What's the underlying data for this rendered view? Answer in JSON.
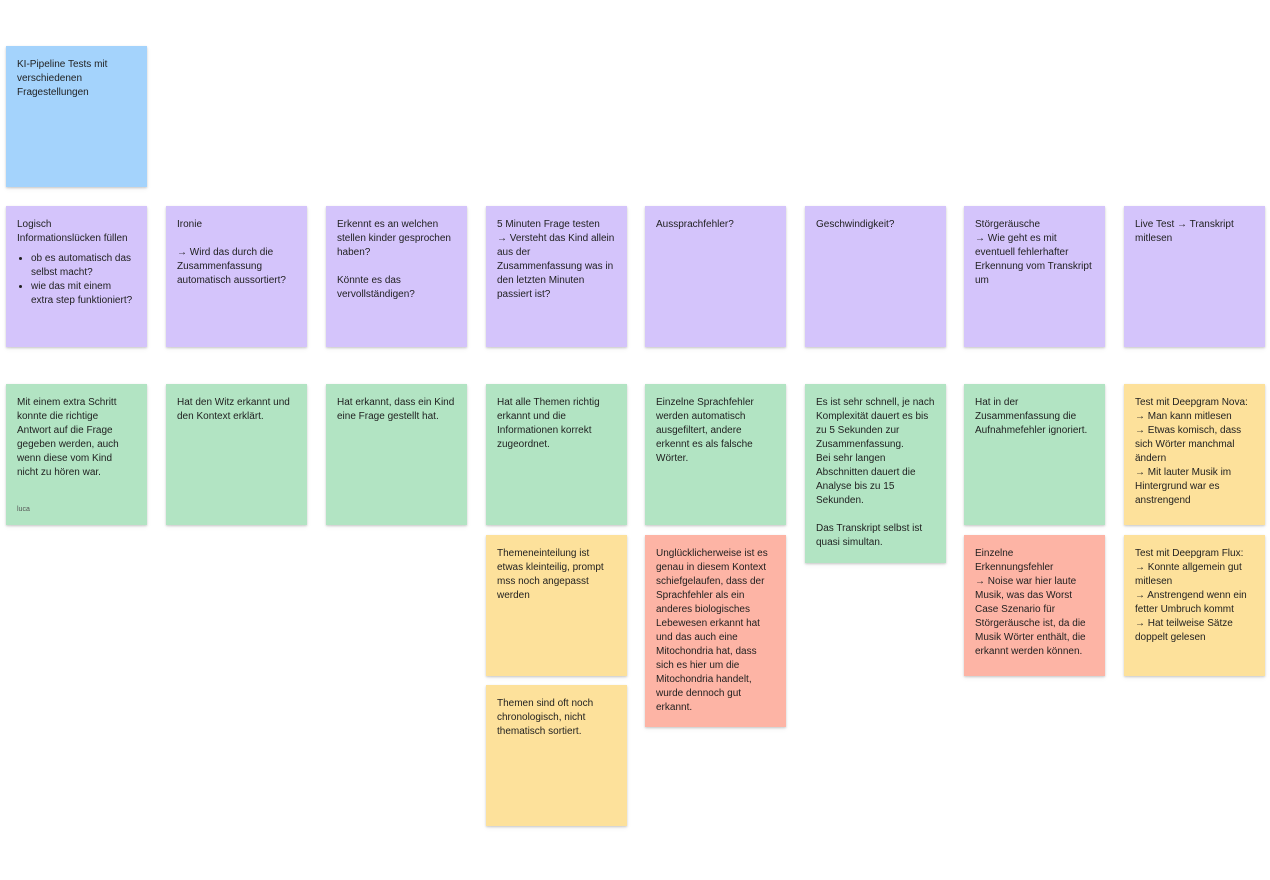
{
  "colors": {
    "blue": "#a4d3fc",
    "purple": "#d4c4fb",
    "green": "#b2e4c3",
    "yellow": "#fde19b",
    "red": "#fdb4a5"
  },
  "title_note": {
    "text": "KI-Pipeline Tests mit\nverschiedenen\nFragestellungen",
    "color": "blue"
  },
  "questions": [
    {
      "text": "Logisch\nInformationslücken füllen",
      "bullets": [
        "ob es automatisch das selbst macht?",
        "wie das mit einem extra step funktioniert?"
      ],
      "color": "purple"
    },
    {
      "text": "Ironie\n\n→ Wird das durch die\nZusammenfassung\nautomatisch aussortiert?",
      "color": "purple"
    },
    {
      "text": "Erkennt es an welchen\nstellen kinder gesprochen\nhaben?\n\nKönnte es das\nvervollständigen?",
      "color": "purple"
    },
    {
      "text": "5 Minuten Frage testen\n→ Versteht das Kind allein\naus der\nZusammenfassung was in\nden letzten Minuten\npassiert ist?",
      "color": "purple"
    },
    {
      "text": "Aussprachfehler?",
      "color": "purple"
    },
    {
      "text": "Geschwindigkeit?",
      "color": "purple"
    },
    {
      "text": "Störgeräusche\n→ Wie geht es mit\neventuell fehlerhafter\nErkennung vom Transkript\num",
      "color": "purple"
    },
    {
      "text": "Live Test → Transkript\nmitlesen",
      "color": "purple"
    }
  ],
  "results": [
    {
      "text": "Mit einem extra Schritt\nkonnte die richtige\nAntwort auf die Frage\ngegeben werden, auch\nwenn diese vom Kind\nnicht zu hören war.",
      "author": "luca",
      "color": "green"
    },
    {
      "text": "Hat den Witz erkannt und\nden Kontext erklärt.",
      "color": "green"
    },
    {
      "text": "Hat erkannt, dass ein Kind\neine Frage gestellt hat.",
      "color": "green"
    },
    {
      "text": "Hat alle Themen richtig\nerkannt und die\nInformationen korrekt\nzugeordnet.",
      "color": "green"
    },
    {
      "text": "Einzelne Sprachfehler\nwerden automatisch\nausgefiltert, andere\nerkennt es als falsche\nWörter.",
      "color": "green"
    },
    {
      "text": "Es ist sehr schnell, je nach\nKomplexität dauert es bis\nzu 5 Sekunden zur\nZusammenfassung.\nBei sehr langen\nAbschnitten dauert die\nAnalyse bis zu 15\nSekunden.\n\nDas Transkript selbst ist\nquasi simultan.",
      "color": "green"
    },
    {
      "text": "Hat in der\nZusammenfassung die\nAufnahmefehler ignoriert.",
      "color": "green"
    },
    {
      "text": "Test mit Deepgram Nova:\n→ Man kann mitlesen\n→ Etwas komisch, dass\nsich Wörter manchmal\nändern\n→ Mit lauter Musik im\nHintergrund war es\nanstrengend",
      "color": "yellow"
    }
  ],
  "extra_notes": [
    {
      "text": "Themeneinteilung ist\netwas kleinteilig, prompt\nmss noch angepasst\nwerden",
      "color": "yellow"
    },
    {
      "text": "Themen sind oft noch\nchronologisch, nicht\nthematisch sortiert.",
      "color": "yellow"
    },
    {
      "text": "Unglücklicherweise ist es\ngenau in diesem Kontext\nschiefgelaufen, dass der\nSprachfehler als ein\nanderes biologisches\nLebewesen erkannt hat\nund das auch eine\nMitochondria hat, dass\nsich es hier um die\nMitochondria handelt,\nwurde dennoch gut\nerkannt.",
      "color": "red"
    },
    {
      "text": "Einzelne Erkennungsfehler\n→ Noise war hier laute\nMusik, was das Worst\nCase Szenario für\nStörgeräusche ist, da die\nMusik Wörter enthält, die\nerkannt werden können.",
      "color": "red"
    },
    {
      "text": "Test mit Deepgram Flux:\n→ Konnte allgemein gut\nmitlesen\n→ Anstrengend wenn ein\nfetter Umbruch kommt\n→ Hat teilweise Sätze\ndoppelt gelesen",
      "color": "yellow"
    }
  ]
}
